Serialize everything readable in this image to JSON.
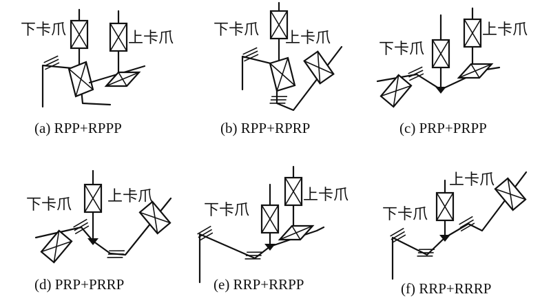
{
  "figure": {
    "jaw_labels": {
      "lower": "下卡爪",
      "upper": "上卡爪"
    },
    "panels": [
      {
        "id": "a",
        "caption": "(a) RPP+RPPP"
      },
      {
        "id": "b",
        "caption": "(b) RPP+RPRP"
      },
      {
        "id": "c",
        "caption": "(c) PRP+PRPP"
      },
      {
        "id": "d",
        "caption": "(d) PRP+PRRP"
      },
      {
        "id": "e",
        "caption": "(e) RRP+RRPP"
      },
      {
        "id": "f",
        "caption": "(f) RRP+RRRP"
      }
    ]
  }
}
